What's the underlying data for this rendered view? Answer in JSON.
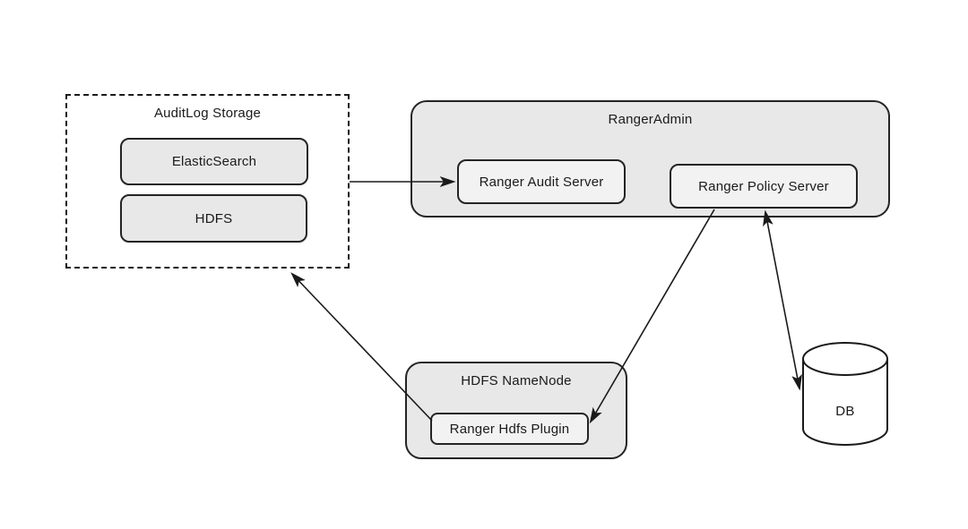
{
  "diagram": {
    "nodes": {
      "auditlog_storage": {
        "title": "AuditLog Storage"
      },
      "elasticsearch": {
        "label": "ElasticSearch"
      },
      "hdfs": {
        "label": "HDFS"
      },
      "ranger_admin": {
        "title": "RangerAdmin"
      },
      "ranger_audit_server": {
        "label": "Ranger Audit Server"
      },
      "ranger_policy_server": {
        "label": "Ranger Policy Server"
      },
      "hdfs_namenode": {
        "title": "HDFS NameNode"
      },
      "ranger_hdfs_plugin": {
        "label": "Ranger Hdfs Plugin"
      },
      "db": {
        "label": "DB"
      }
    },
    "edges": [
      {
        "from": "AuditLog Storage",
        "to": "Ranger Audit Server",
        "arrowheads": "end"
      },
      {
        "from": "Ranger Policy Server",
        "to": "Ranger Hdfs Plugin",
        "arrowheads": "end"
      },
      {
        "from": "Ranger Policy Server",
        "to": "DB",
        "arrowheads": "both"
      },
      {
        "from": "Ranger Hdfs Plugin",
        "to": "AuditLog Storage",
        "arrowheads": "end"
      }
    ],
    "colors": {
      "container_fill": "#e8e8e8",
      "inner_fill": "#f2f2f2",
      "border": "#1a1a1a",
      "background": "#ffffff"
    }
  }
}
